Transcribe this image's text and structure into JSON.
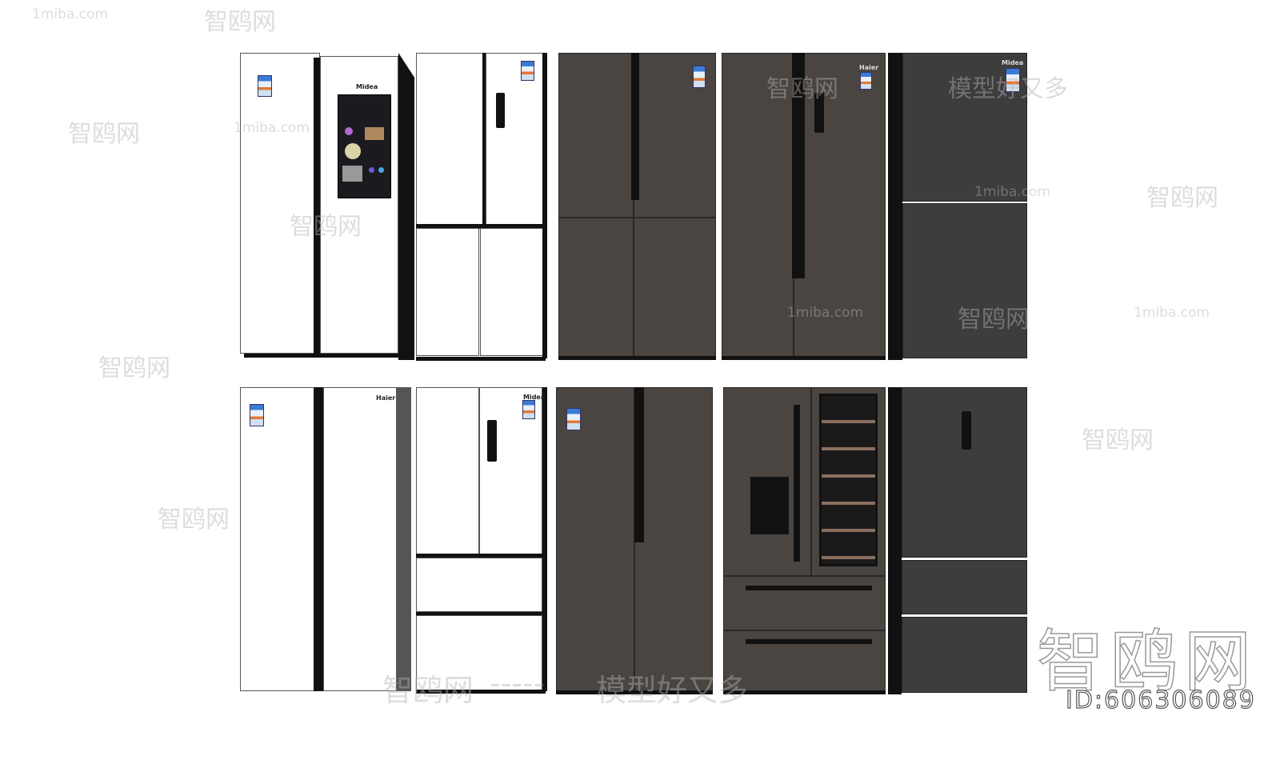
{
  "brands": {
    "midea": "Midea",
    "haier": "Haier"
  },
  "watermarks": {
    "site_cn": "智鸥网",
    "site_url": "1miba.com",
    "slogan": "模型好又多",
    "dash": "-----",
    "id_label": "ID:606306089"
  },
  "colors": {
    "white_fridge": "#ffffff",
    "brown_fridge": "#4a4541",
    "gray_fridge": "#3d3d3e"
  }
}
